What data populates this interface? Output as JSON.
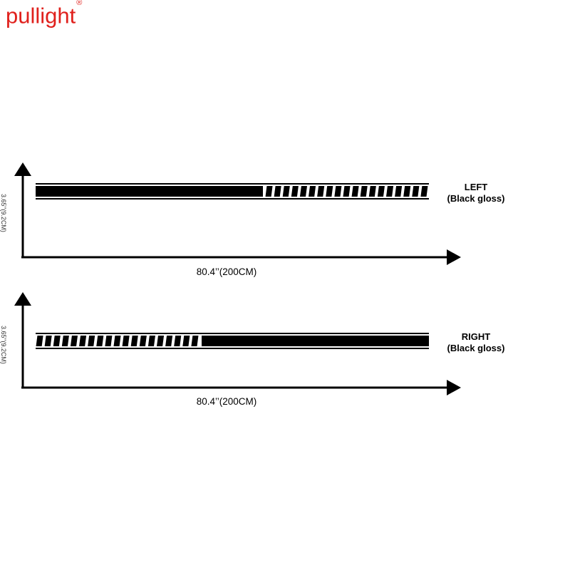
{
  "brand": {
    "name": "pullight",
    "mark": "®",
    "color": "#e0201c"
  },
  "panels": [
    {
      "id": "left",
      "side_label": "LEFT",
      "finish_label": "(Black gloss)",
      "width_label": "80.4’’(200CM)",
      "height_label": "3.65’’(9.2CM)",
      "stripe_direction": "solid-first"
    },
    {
      "id": "right",
      "side_label": "RIGHT",
      "finish_label": "(Black gloss)",
      "width_label": "80.4’’(200CM)",
      "height_label": "3.65’’(9.2CM)",
      "stripe_direction": "segments-first"
    }
  ],
  "colors": {
    "stripe": "#000000",
    "background": "#ffffff"
  }
}
